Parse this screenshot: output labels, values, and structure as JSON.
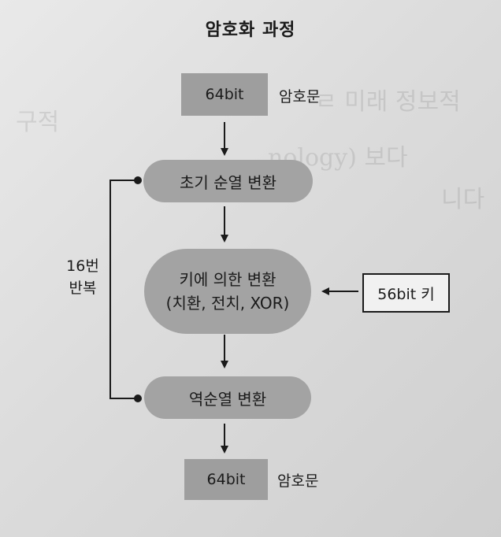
{
  "title": "암호화 과정",
  "input_block": {
    "box": "64bit",
    "label": "암호문"
  },
  "steps": {
    "initial_permutation": "초기 순열 변환",
    "key_transform": {
      "line1": "키에 의한 변환",
      "line2": "(치환, 전치, XOR)"
    },
    "inverse_permutation": "역순열 변환"
  },
  "key_input": "56bit 키",
  "loop": {
    "line1": "16번",
    "line2": "반복"
  },
  "output_block": {
    "box": "64bit",
    "label": "암호문"
  }
}
